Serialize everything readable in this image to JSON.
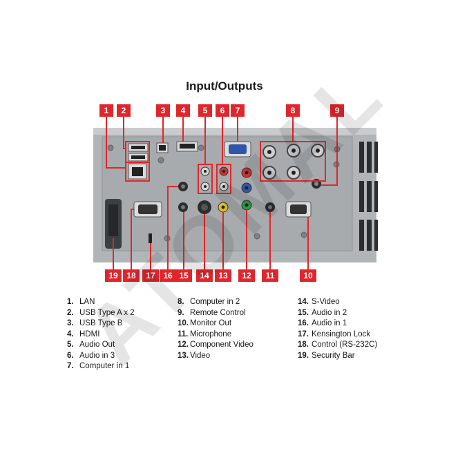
{
  "title": "Input/Outputs",
  "watermark": "ATOMAL",
  "colors": {
    "marker_red": "#e0262d",
    "panel_grey": "#a9adaf",
    "watermark": "#000000"
  },
  "top_markers": [
    "1",
    "2",
    "3",
    "4",
    "5",
    "6",
    "7",
    "8",
    "9"
  ],
  "bottom_markers": [
    "19",
    "18",
    "17",
    "16",
    "15",
    "14",
    "13",
    "12",
    "11",
    "10"
  ],
  "legend": {
    "col1": [
      {
        "num": "1.",
        "label": "LAN"
      },
      {
        "num": "2.",
        "label": "USB Type A x 2"
      },
      {
        "num": "3.",
        "label": "USB Type B"
      },
      {
        "num": "4.",
        "label": "HDMI"
      },
      {
        "num": "5.",
        "label": "Audio Out"
      },
      {
        "num": "6.",
        "label": "Audio in 3"
      },
      {
        "num": "7.",
        "label": "Computer in 1"
      }
    ],
    "col2": [
      {
        "num": "8.",
        "label": "Computer in 2"
      },
      {
        "num": "9.",
        "label": "Remote Control"
      },
      {
        "num": "10.",
        "label": "Monitor Out"
      },
      {
        "num": "11.",
        "label": "Microphone"
      },
      {
        "num": "12.",
        "label": "Component Video"
      },
      {
        "num": "13.",
        "label": "Video"
      }
    ],
    "col3": [
      {
        "num": "14.",
        "label": "S-Video"
      },
      {
        "num": "15.",
        "label": "Audio in 2"
      },
      {
        "num": "16.",
        "label": "Audio in 1"
      },
      {
        "num": "17.",
        "label": "Kensington Lock"
      },
      {
        "num": "18.",
        "label": "Control (RS-232C)"
      },
      {
        "num": "19.",
        "label": "Security Bar"
      }
    ]
  }
}
